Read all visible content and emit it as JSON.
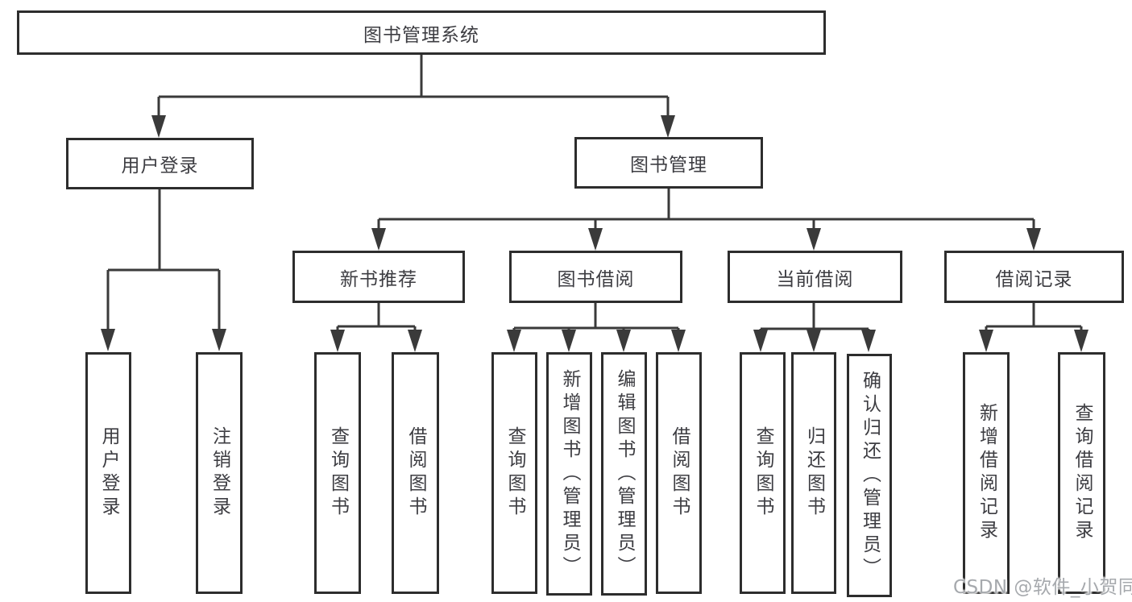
{
  "nodes": {
    "root": "图书管理系统",
    "level2": {
      "user_login": "用户登录",
      "book_management": "图书管理"
    },
    "level3": {
      "new_book_recommend": "新书推荐",
      "book_borrowing": "图书借阅",
      "current_borrowing": "当前借阅",
      "borrowing_records": "借阅记录"
    },
    "leaves": {
      "login": [
        "用户登录",
        "注销登录"
      ],
      "recommend": [
        "查询图书",
        "借阅图书"
      ],
      "borrowing": [
        "查询图书",
        "新增图书（管理员）",
        "编辑图书（管理员）",
        "借阅图书"
      ],
      "current": [
        "查询图书",
        "归还图书",
        "确认归还（管理员）"
      ],
      "records": [
        "新增借阅记录",
        "查询借阅记录"
      ]
    }
  },
  "watermark": {
    "text": "CSDN @软件_小贺同学"
  },
  "colors": {
    "line": "#3a3a3a",
    "border": "#2d2d2d",
    "text": "#3d3d42",
    "watermark": "#a6a9ad",
    "background": "#ffffff"
  }
}
